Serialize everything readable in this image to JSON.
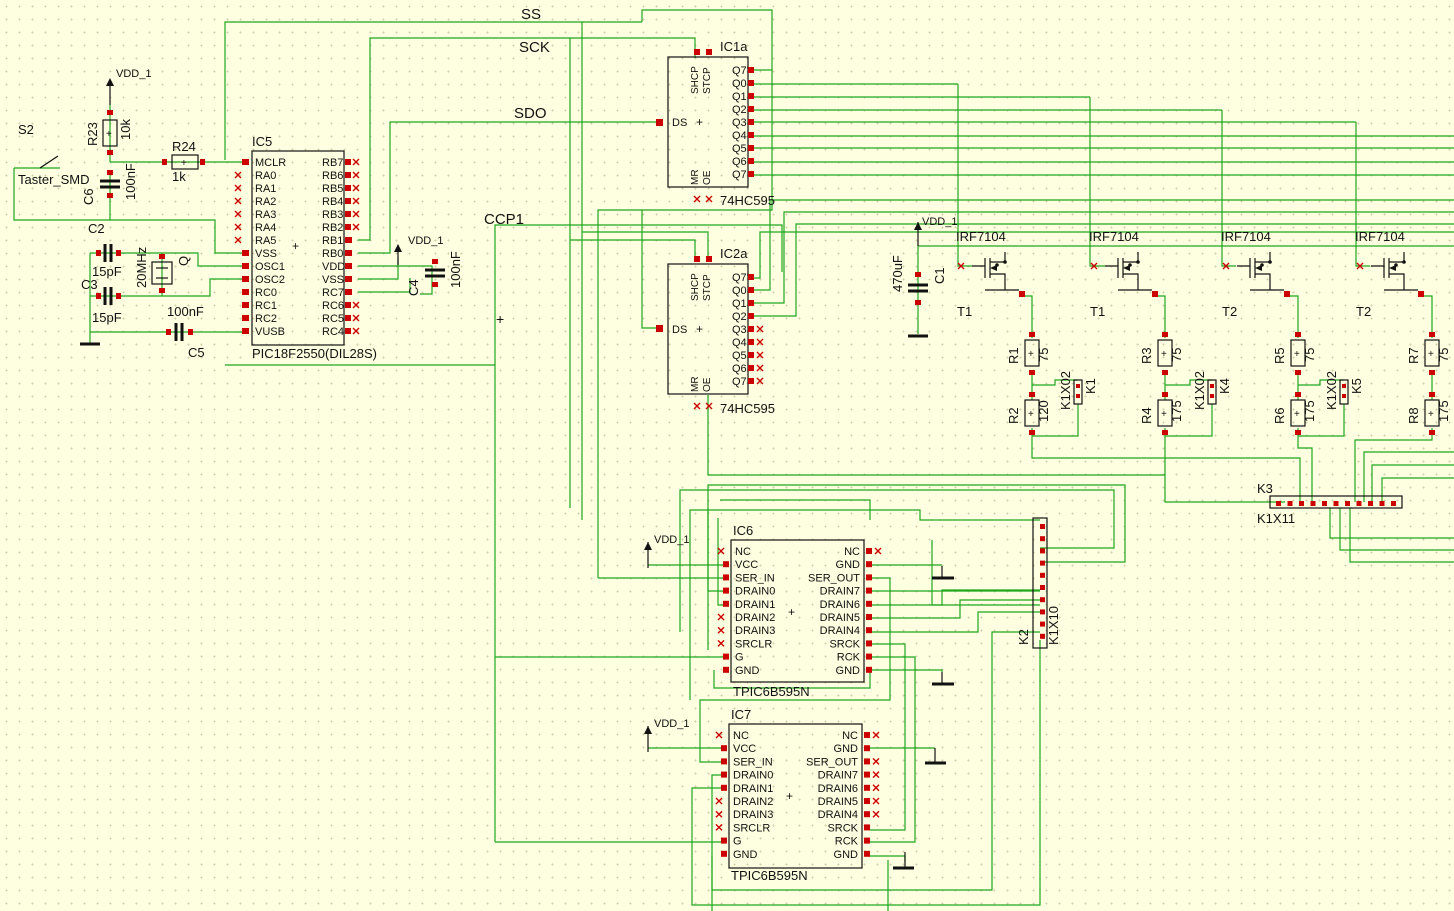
{
  "nets": {
    "ss": "SS",
    "sck": "SCK",
    "sdo": "SDO",
    "ccp1": "CCP1",
    "vdd": "VDD_1"
  },
  "ic5": {
    "ref": "IC5",
    "value": "PIC18F2550(DIL28S)",
    "left_pins": [
      "MCLR",
      "RA0",
      "RA1",
      "RA2",
      "RA3",
      "RA4",
      "RA5",
      "VSS",
      "OSC1",
      "OSC2",
      "RC0",
      "RC1",
      "RC2",
      "VUSB"
    ],
    "right_pins": [
      "RB7",
      "RB6",
      "RB5",
      "RB4",
      "RB3",
      "RB2",
      "RB1",
      "RB0",
      "VDD",
      "VSS",
      "RC7",
      "RC6",
      "RC5",
      "RC4"
    ]
  },
  "ic1": {
    "ref": "IC1a",
    "value": "74HC595",
    "top_pins": [
      "SHCP",
      "STCP"
    ],
    "ds": "DS",
    "bottom_pins": [
      "MR",
      "OE"
    ],
    "right_pins": [
      "Q7'",
      "Q0",
      "Q1",
      "Q2",
      "Q3",
      "Q4",
      "Q5",
      "Q6",
      "Q7"
    ]
  },
  "ic2": {
    "ref": "IC2a",
    "value": "74HC595",
    "top_pins": [
      "SHCP",
      "STCP"
    ],
    "ds": "DS",
    "bottom_pins": [
      "MR",
      "OE"
    ],
    "right_pins": [
      "Q7'",
      "Q0",
      "Q1",
      "Q2",
      "Q3",
      "Q4",
      "Q5",
      "Q6",
      "Q7"
    ]
  },
  "ic6": {
    "ref": "IC6",
    "value": "TPIC6B595N",
    "left_pins": [
      "NC",
      "VCC",
      "SER_IN",
      "DRAIN0",
      "DRAIN1",
      "DRAIN2",
      "DRAIN3",
      "SRCLR",
      "G",
      "GND"
    ],
    "right_pins": [
      "NC",
      "GND",
      "SER_OUT",
      "DRAIN7",
      "DRAIN6",
      "DRAIN5",
      "DRAIN4",
      "SRCK",
      "RCK",
      "GND"
    ]
  },
  "ic7": {
    "ref": "IC7",
    "value": "TPIC6B595N",
    "left_pins": [
      "NC",
      "VCC",
      "SER_IN",
      "DRAIN0",
      "DRAIN1",
      "DRAIN2",
      "DRAIN3",
      "SRCLR",
      "G",
      "GND"
    ],
    "right_pins": [
      "NC",
      "GND",
      "SER_OUT",
      "DRAIN7",
      "DRAIN6",
      "DRAIN5",
      "DRAIN4",
      "SRCK",
      "RCK",
      "GND"
    ]
  },
  "parts": {
    "s2": "S2",
    "s2_value": "Taster_SMD",
    "r23": "R23",
    "r23_value": "10k",
    "r24": "R24",
    "r24_value": "1k",
    "c6": "C6",
    "c6_value": "100nF",
    "c2": "C2",
    "c2_value": "15pF",
    "c3": "C3",
    "c3_value": "15pF",
    "q": "Q",
    "q_value": "20MHz",
    "c5": "C5",
    "c5_value": "100nF",
    "c4": "C4",
    "c4_value": "100nF",
    "c1": "C1",
    "c1_value": "470uF"
  },
  "mosfets": [
    {
      "ref": "T1",
      "value": "IRF7104"
    },
    {
      "ref": "T1",
      "value": "IRF7104"
    },
    {
      "ref": "T2",
      "value": "IRF7104"
    },
    {
      "ref": "T2",
      "value": "IRF7104"
    }
  ],
  "resistors": [
    {
      "ref": "R1",
      "value": "75"
    },
    {
      "ref": "R2",
      "value": "120"
    },
    {
      "ref": "R3",
      "value": "75"
    },
    {
      "ref": "R4",
      "value": "175"
    },
    {
      "ref": "R5",
      "value": "75"
    },
    {
      "ref": "R6",
      "value": "175"
    },
    {
      "ref": "R7",
      "value": "75"
    },
    {
      "ref": "R8",
      "value": "175"
    }
  ],
  "connectors": [
    {
      "ref": "K1",
      "value": "K1X02"
    },
    {
      "ref": "K4",
      "value": "K1X02"
    },
    {
      "ref": "K5",
      "value": "K1X02"
    },
    {
      "ref": "K3",
      "value": "K1X11"
    },
    {
      "ref": "K2",
      "value": "K1X10"
    }
  ],
  "colors": {
    "wire": "#1fa81f",
    "part": "#111111",
    "pad": "#cc0000",
    "nc": "#cc0000",
    "background": "#fefee0"
  }
}
